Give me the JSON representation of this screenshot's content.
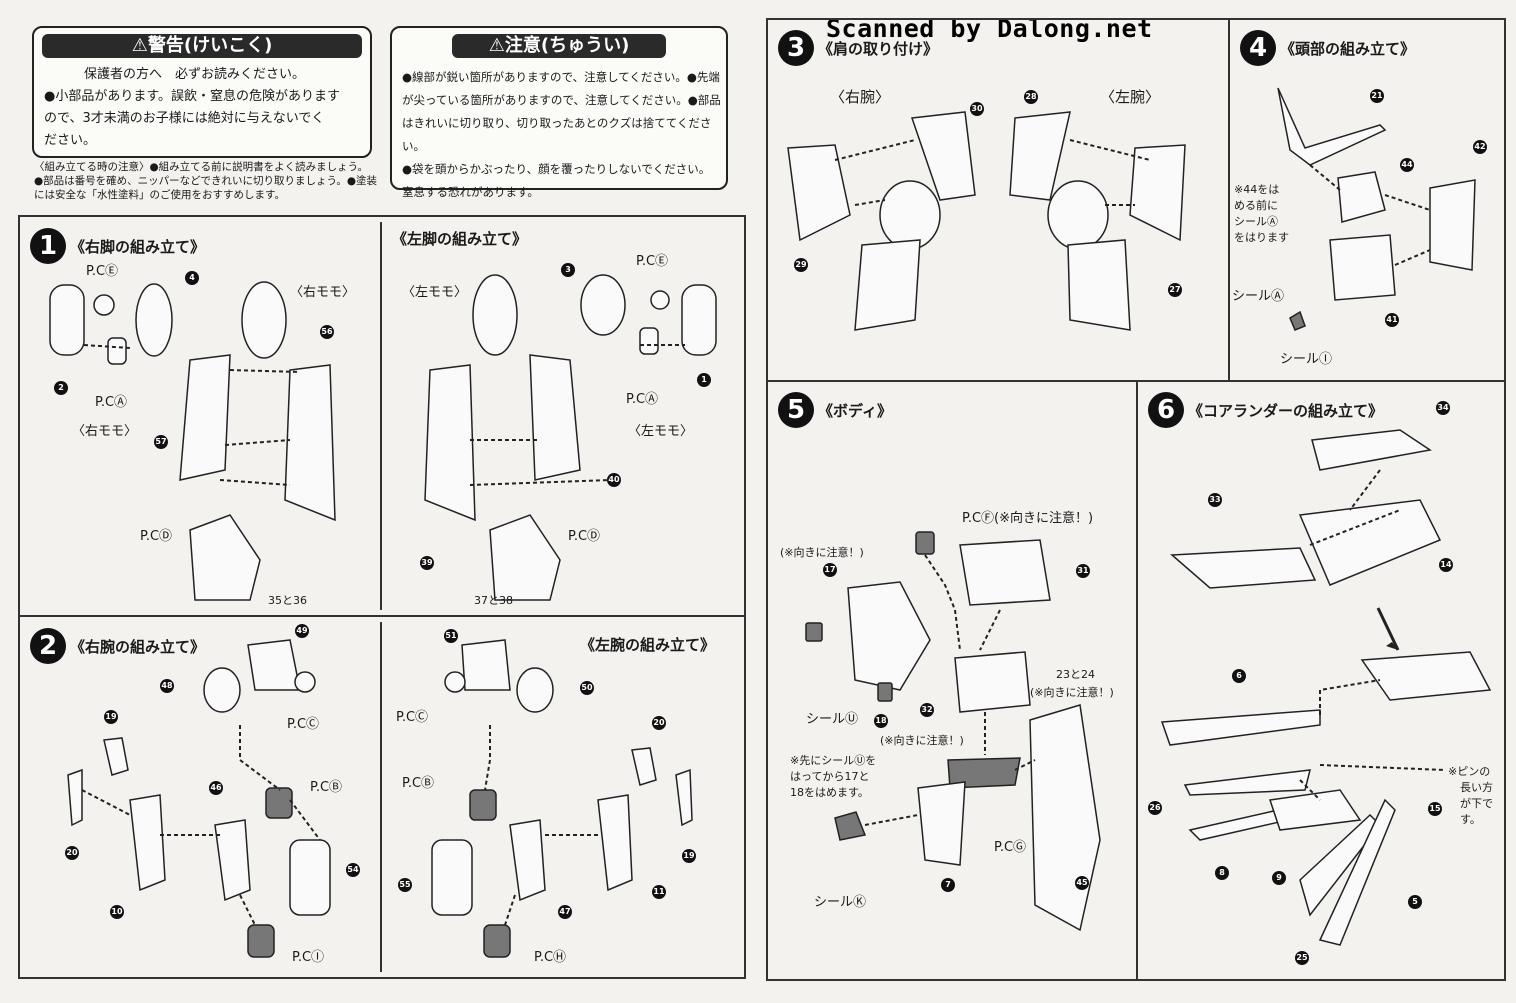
{
  "watermark": "Scanned by Dalong.net",
  "warning": {
    "title": "⚠警告(けいこく)",
    "lines": [
      "保護者の方へ　必ずお読みください。",
      "●小部品があります。誤飲・窒息の危険があります",
      "ので、3才未満のお子様には絶対に与えないでく",
      "ださい。"
    ]
  },
  "caution": {
    "title": "⚠注意(ちゅうい)",
    "lines": [
      "●線部が鋭い箇所がありますので、注意してください。●先端",
      "が尖っている箇所がありますので、注意してください。●部品",
      "はきれいに切り取り、切り取ったあとのクズは捨ててください。",
      "●袋を頭からかぶったり、顔を覆ったりしないでください。",
      "窒息する恐れがあります。"
    ]
  },
  "assembly_notes": [
    "〈組み立てる時の注意〉●組み立てる前に説明書をよく読みましょう。",
    "●部品は番号を確め、ニッパーなどできれいに切り取りましょう。●塗装",
    "には安全な「水性塗料」のご使用をおすすめします。"
  ],
  "sections": {
    "s1": {
      "num": "1",
      "title": "《右脚の組み立て》",
      "title_b": "《左脚の組み立て》",
      "labels": [
        "P.CⒺ",
        "〈右モモ〉",
        "P.CⒶ",
        "〈右モモ〉",
        "P.CⒹ",
        "35と36",
        "〈左モモ〉",
        "P.CⒺ",
        "P.CⒶ",
        "〈左モモ〉",
        "P.CⒹ",
        "37と38"
      ],
      "parts": [
        "4",
        "2",
        "56",
        "57",
        "3",
        "1",
        "40",
        "39"
      ]
    },
    "s2": {
      "num": "2",
      "title": "《右腕の組み立て》",
      "title_b": "《左腕の組み立て》",
      "labels": [
        "P.CⒸ",
        "P.CⒷ",
        "P.CⒾ",
        "P.CⒸ",
        "P.CⒷ",
        "P.CⒽ"
      ],
      "parts": [
        "49",
        "48",
        "19",
        "20",
        "10",
        "46",
        "54",
        "51",
        "50",
        "20",
        "19",
        "11",
        "55",
        "47"
      ]
    },
    "s3": {
      "num": "3",
      "title": "《肩の取り付け》",
      "labels": [
        "〈右腕〉",
        "〈左腕〉"
      ],
      "parts": [
        "30",
        "29",
        "28",
        "27"
      ]
    },
    "s4": {
      "num": "4",
      "title": "《頭部の組み立て》",
      "labels": [
        "※44をは",
        "める前に",
        "シールⒶ",
        "をはります",
        "シールⒶ",
        "シールⒾ"
      ],
      "parts": [
        "21",
        "44",
        "42",
        "41"
      ]
    },
    "s5": {
      "num": "5",
      "title": "《ボディ》",
      "labels": [
        "P.CⒻ(※向きに注意！)",
        "(※向きに注意！)",
        "シールⓊ",
        "(※向きに注意！)",
        "※先にシールⓊを",
        "はってから17と",
        "18をはめます。",
        "23と24",
        "(※向きに注意！)",
        "P.CⒼ",
        "シールⓀ"
      ],
      "parts": [
        "31",
        "17",
        "18",
        "32",
        "7",
        "45"
      ]
    },
    "s6": {
      "num": "6",
      "title": "《コアランダーの組み立て》",
      "labels": [
        "※ピンの",
        "長い方",
        "が下で",
        "す。"
      ],
      "parts": [
        "34",
        "33",
        "14",
        "6",
        "26",
        "15",
        "8",
        "9",
        "5",
        "25"
      ]
    }
  }
}
